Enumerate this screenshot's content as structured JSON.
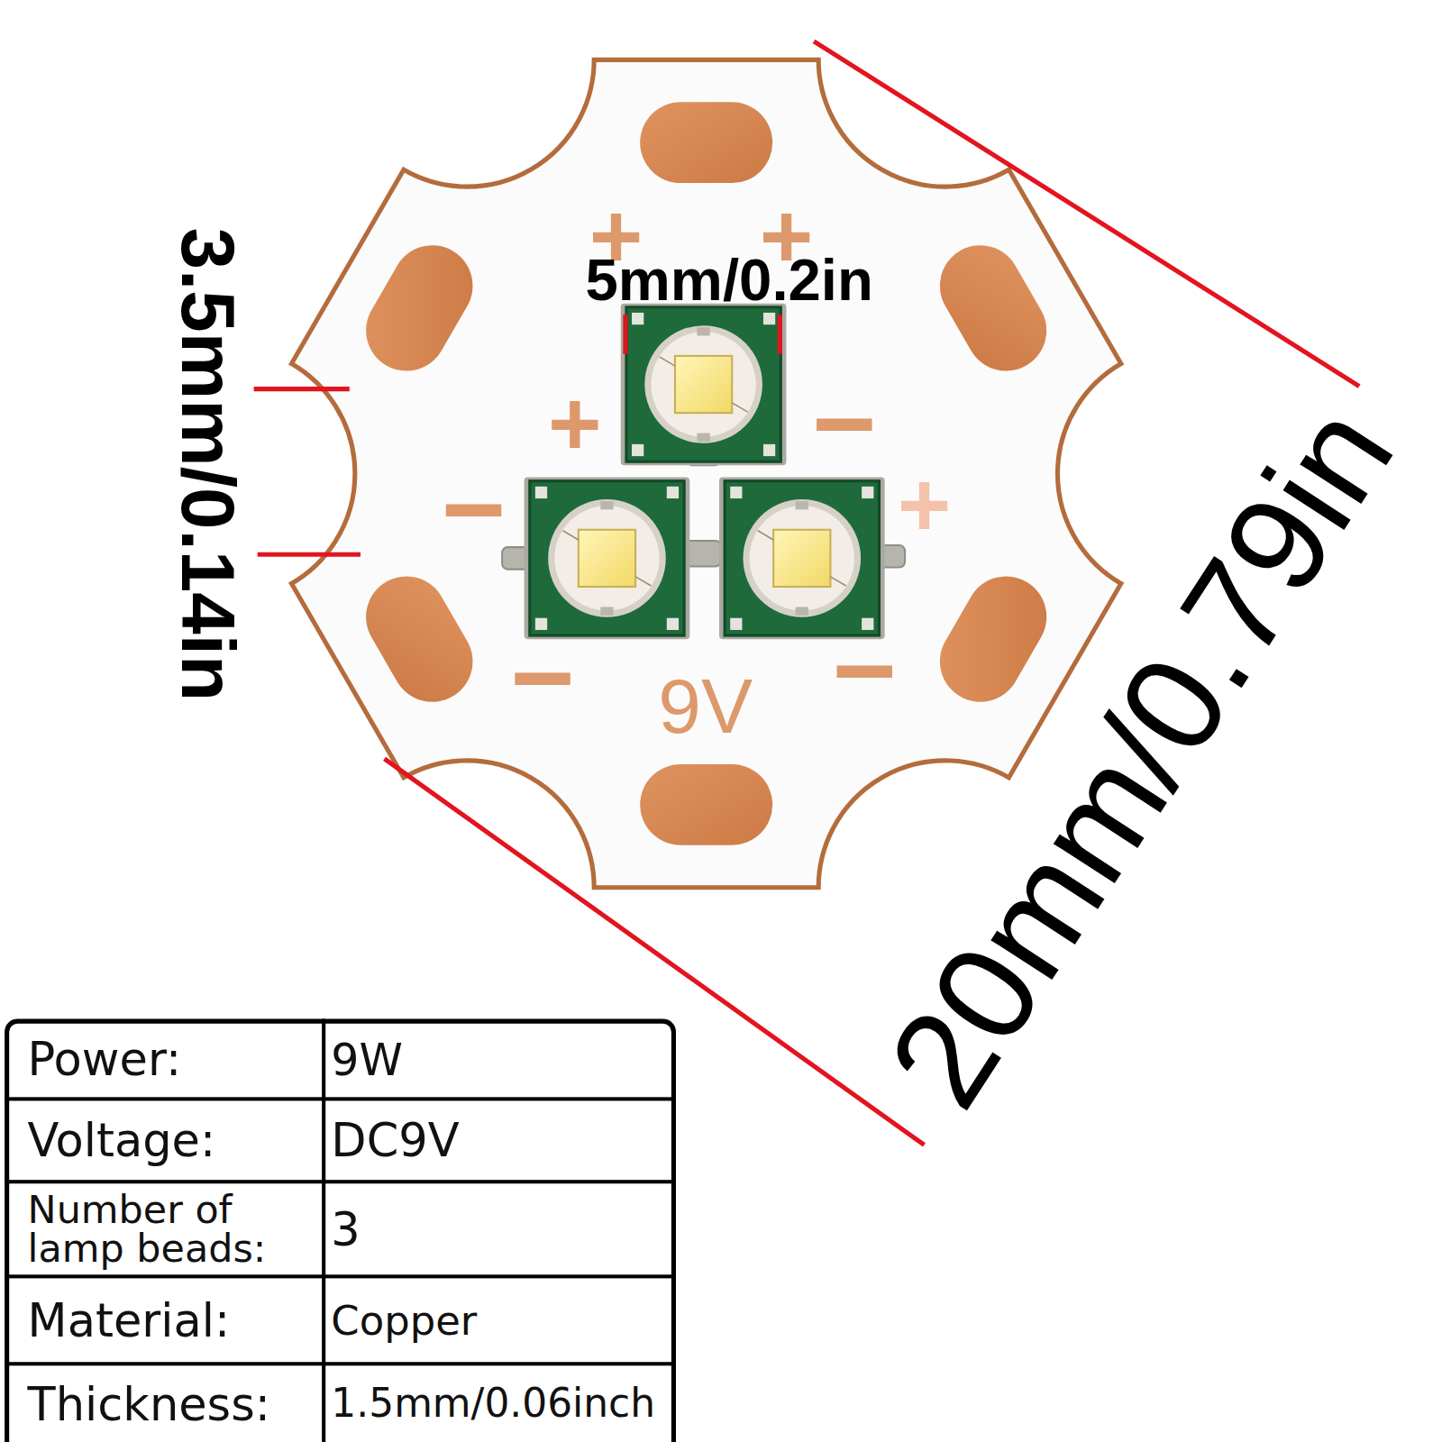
{
  "diagram": {
    "labels": [
      "+",
      "+",
      "5mm/0.2in",
      "3.5mm/0.14in",
      "+",
      "−",
      "−",
      "+",
      "−",
      "−",
      "9V",
      "20mm/0.79in",
      "Power:",
      "9W",
      "Voltage:",
      "DC9V",
      "Number of lamp beads:",
      "3",
      "Material:",
      "Copper",
      "Thickness:",
      "1.5mm/0.06inch"
    ]
  }
}
